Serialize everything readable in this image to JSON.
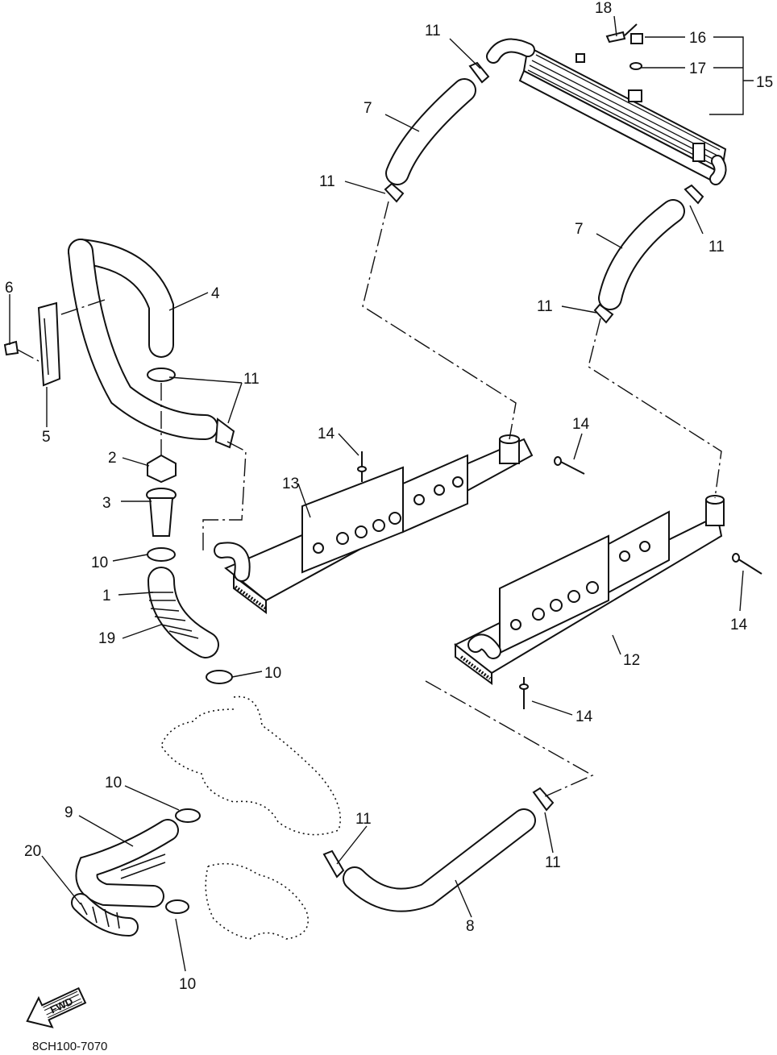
{
  "diagram": {
    "figure_code": "8CH100-7070",
    "direction_arrow": {
      "label": "FWD",
      "icon": "forward-arrow-icon"
    },
    "callouts": [
      {
        "id": "c18",
        "label": "18"
      },
      {
        "id": "c16",
        "label": "16"
      },
      {
        "id": "c17",
        "label": "17"
      },
      {
        "id": "c15",
        "label": "15"
      },
      {
        "id": "c11a",
        "label": "11"
      },
      {
        "id": "c7a",
        "label": "7"
      },
      {
        "id": "c11b",
        "label": "11"
      },
      {
        "id": "c7b",
        "label": "7"
      },
      {
        "id": "c11c",
        "label": "11"
      },
      {
        "id": "c11d",
        "label": "11"
      },
      {
        "id": "c6",
        "label": "6"
      },
      {
        "id": "c4",
        "label": "4"
      },
      {
        "id": "c11e",
        "label": "11"
      },
      {
        "id": "c5",
        "label": "5"
      },
      {
        "id": "c14a",
        "label": "14"
      },
      {
        "id": "c14b",
        "label": "14"
      },
      {
        "id": "c2",
        "label": "2"
      },
      {
        "id": "c13",
        "label": "13"
      },
      {
        "id": "c3",
        "label": "3"
      },
      {
        "id": "c10a",
        "label": "10"
      },
      {
        "id": "c1",
        "label": "1"
      },
      {
        "id": "c14c",
        "label": "14"
      },
      {
        "id": "c19",
        "label": "19"
      },
      {
        "id": "c12",
        "label": "12"
      },
      {
        "id": "c10b",
        "label": "10"
      },
      {
        "id": "c14d",
        "label": "14"
      },
      {
        "id": "c10c",
        "label": "10"
      },
      {
        "id": "c9",
        "label": "9"
      },
      {
        "id": "c11f",
        "label": "11"
      },
      {
        "id": "c11g",
        "label": "11"
      },
      {
        "id": "c20",
        "label": "20"
      },
      {
        "id": "c8",
        "label": "8"
      },
      {
        "id": "c10d",
        "label": "10"
      }
    ]
  }
}
